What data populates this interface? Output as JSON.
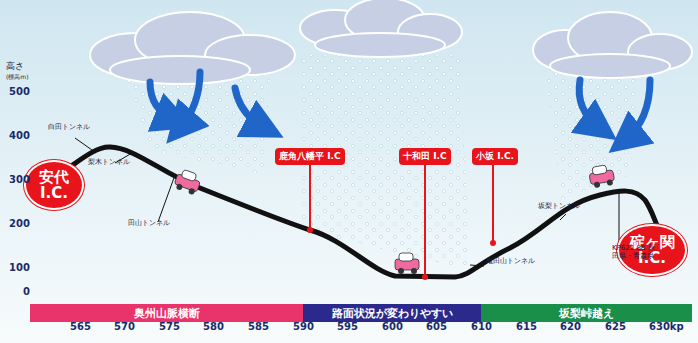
{
  "diagram": {
    "nodes": [
      {
        "text": [
          "安代 I.C."
        ]
      },
      {
        "text": [
          "鹿角八幡平 I.C"
        ]
      },
      {
        "text": [
          "十和田 I.C"
        ]
      },
      {
        "text": [
          "小坂 I.C."
        ]
      },
      {
        "text": [
          "碇ヶ関 I.C."
        ]
      },
      {
        "text": [
          "奥州山脈横断"
        ]
      },
      {
        "text": [
          "路面状況が変わりやすい"
        ]
      },
      {
        "text": [
          "坂梨峠越え"
        ]
      }
    ],
    "labels": [
      "高さ",
      "(標高m)",
      "500",
      "400",
      "300",
      "200",
      "100",
      "0",
      "565",
      "570",
      "575",
      "580",
      "585",
      "590",
      "595",
      "600",
      "605",
      "610",
      "615",
      "620",
      "625",
      "630kp",
      "白田トンネル",
      "梨木トンネル",
      "田山トンネル",
      "亀田山トンネル",
      "坂梨トンネル",
      "KP622.88 秋田県・青森県"
    ]
  }
}
